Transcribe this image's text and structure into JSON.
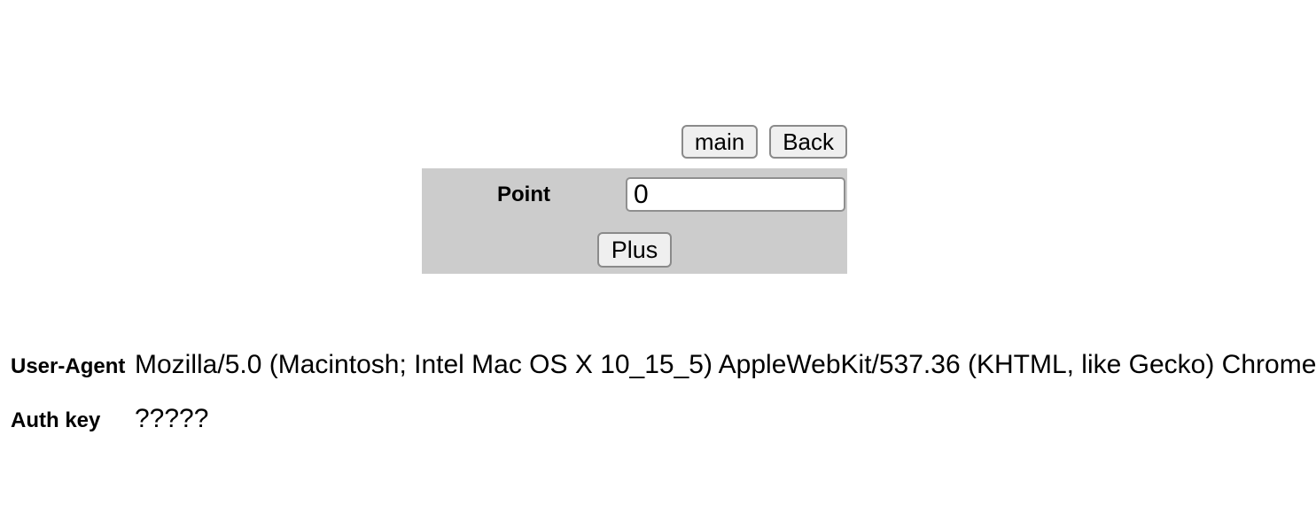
{
  "toolbar": {
    "main_label": "main",
    "back_label": "Back"
  },
  "panel": {
    "point_label": "Point",
    "point_value": "0",
    "plus_label": "Plus"
  },
  "info": {
    "rows": [
      {
        "label": "User-Agent",
        "value": "Mozilla/5.0 (Macintosh; Intel Mac OS X 10_15_5) AppleWebKit/537.36 (KHTML, like Gecko) Chrome"
      },
      {
        "label": "Auth key",
        "value": "?????"
      }
    ]
  },
  "colors": {
    "panel_background": "#cccccc",
    "button_background": "#efefef",
    "button_border": "#8a8a8a",
    "text": "#000000"
  }
}
